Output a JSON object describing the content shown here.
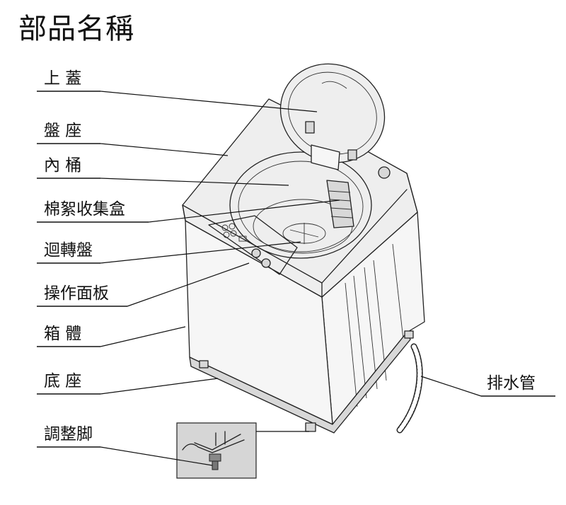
{
  "title": "部品名稱",
  "labels": {
    "lid": "上 蓋",
    "seat": "盤 座",
    "inner_tub": "內 桶",
    "lint_box": "棉絮收集盒",
    "pulsator": "迴轉盤",
    "control_panel": "操作面板",
    "cabinet": "箱 體",
    "base": "底 座",
    "adjust_foot": "調整脚",
    "drain_hose": "排水管"
  }
}
